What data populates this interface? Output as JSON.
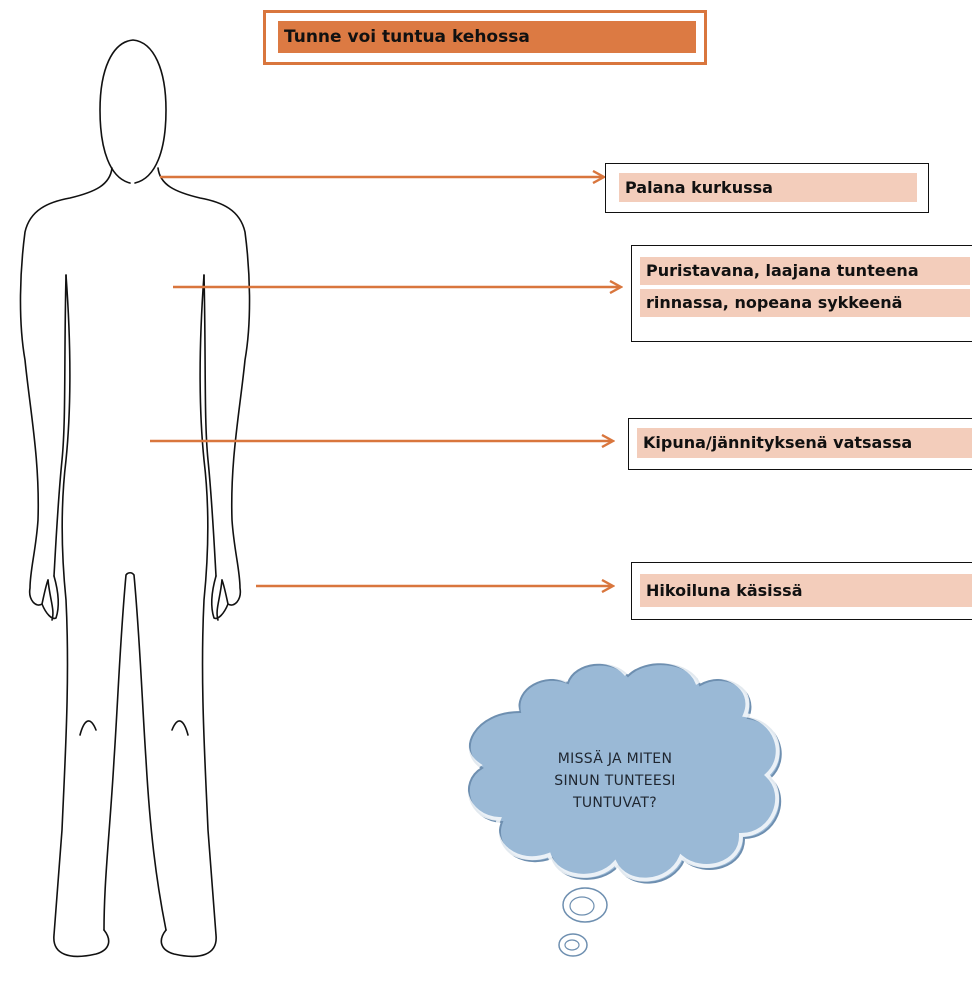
{
  "title": "Tunne voi tuntua kehossa",
  "labels": {
    "throat": "Palana kurkussa",
    "chest_line1": "Puristavana, laajana tunteena",
    "chest_line2": "rinnassa, nopeana sykkeenä",
    "stomach": "Kipuna/jännityksenä vatsassa",
    "hands": "Hikoiluna käsissä"
  },
  "cloud": {
    "line1": "MISSÄ JA MITEN",
    "line2": "SINUN TUNTEESI",
    "line3": "TUNTUVAT?"
  },
  "colors": {
    "accent": "#dc7a43",
    "label_fill": "#f3cdbb",
    "cloud_fill": "#9ab9d6",
    "arrow": "#d9763d"
  }
}
